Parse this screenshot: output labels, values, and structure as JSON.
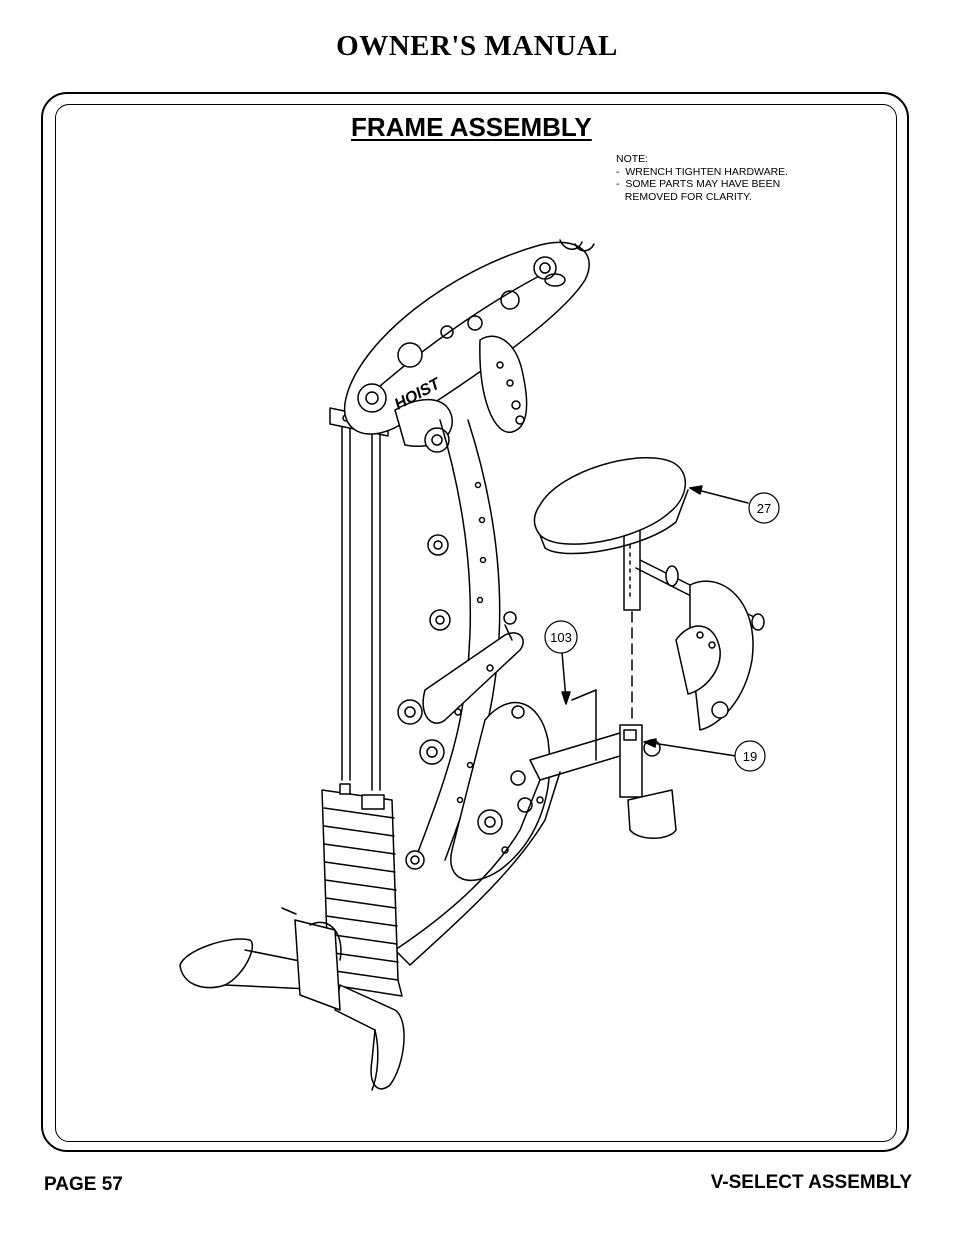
{
  "header": {
    "title": "OWNER'S MANUAL"
  },
  "section": {
    "title": "FRAME ASSEMBLY"
  },
  "note": {
    "lines": [
      "NOTE:",
      "-  WRENCH TIGHTEN HARDWARE.",
      "-  SOME PARTS MAY HAVE BEEN",
      "   REMOVED FOR CLARITY."
    ]
  },
  "callouts": [
    {
      "label": "27"
    },
    {
      "label": "103"
    },
    {
      "label": "19"
    }
  ],
  "logo": {
    "text": "HOIST"
  },
  "footer": {
    "page": "PAGE 57",
    "section": "V-SELECT ASSEMBLY"
  }
}
